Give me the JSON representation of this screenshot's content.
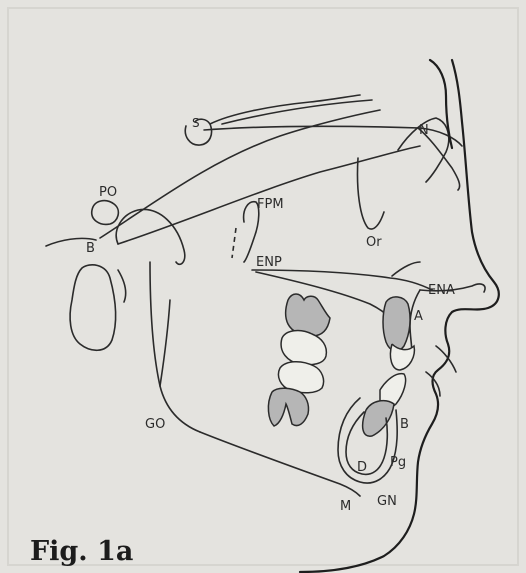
{
  "labels": {
    "s": "S",
    "po": "PO",
    "b_left": "B",
    "fpm": "FPM",
    "or": "Or",
    "n": "N",
    "enp": "ENP",
    "ena": "ENA",
    "a": "A",
    "go": "GO",
    "b_right": "B",
    "d": "D",
    "pg": "Pg",
    "m": "M",
    "gn": "GN"
  },
  "caption": "Fig. 1a",
  "colors": {
    "background": "#e4e3df",
    "line": "#2b2b2b",
    "tooth_fill": "#b6b6b6",
    "tooth_light": "#efefea"
  }
}
